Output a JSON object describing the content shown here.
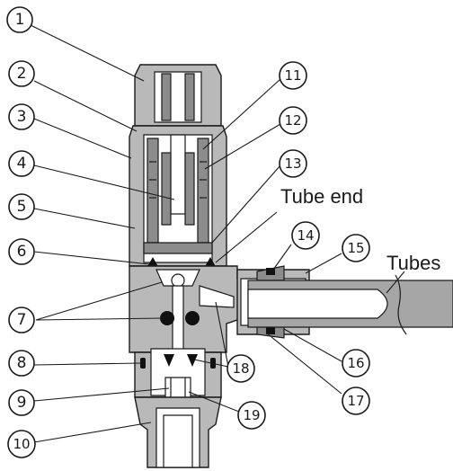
{
  "diagram": {
    "colors": {
      "body": "#b9b9b9",
      "dark": "#8c8c8c",
      "tube": "#a6a6a6",
      "ink": "#1a1a1a"
    },
    "text_labels": {
      "tube_end": "Tube end",
      "tubes": "Tubes"
    },
    "callouts": [
      {
        "id": "c1",
        "number": "1"
      },
      {
        "id": "c2",
        "number": "2"
      },
      {
        "id": "c3",
        "number": "3"
      },
      {
        "id": "c4",
        "number": "4"
      },
      {
        "id": "c5",
        "number": "5"
      },
      {
        "id": "c6",
        "number": "6"
      },
      {
        "id": "c7",
        "number": "7"
      },
      {
        "id": "c8",
        "number": "8"
      },
      {
        "id": "c9",
        "number": "9"
      },
      {
        "id": "c10",
        "number": "10"
      },
      {
        "id": "c11",
        "number": "11"
      },
      {
        "id": "c12",
        "number": "12"
      },
      {
        "id": "c13",
        "number": "13"
      },
      {
        "id": "c14",
        "number": "14"
      },
      {
        "id": "c15",
        "number": "15"
      },
      {
        "id": "c16",
        "number": "16"
      },
      {
        "id": "c17",
        "number": "17"
      },
      {
        "id": "c18",
        "number": "18"
      },
      {
        "id": "c19",
        "number": "19"
      }
    ]
  }
}
